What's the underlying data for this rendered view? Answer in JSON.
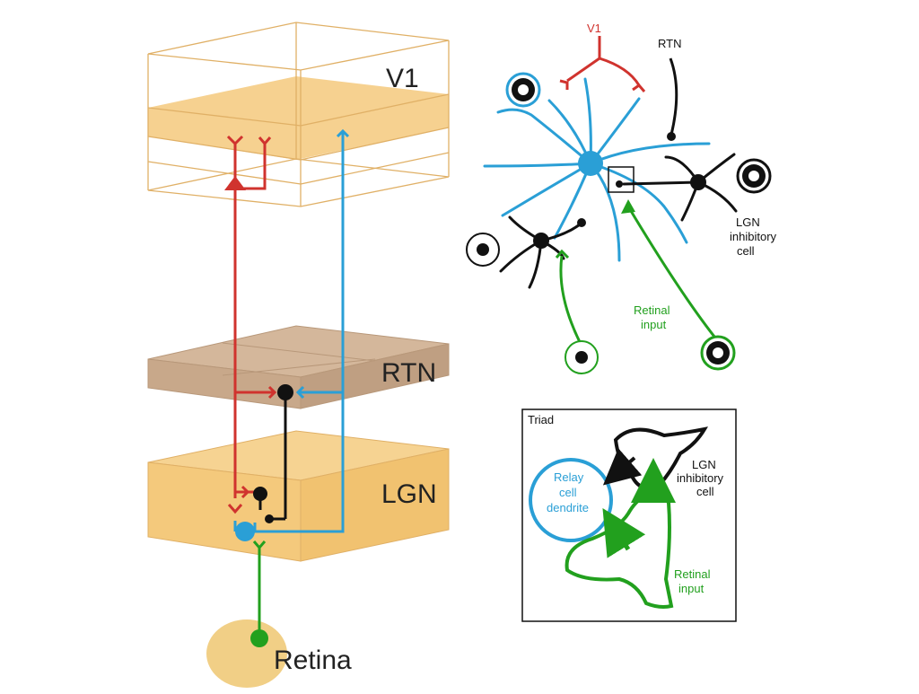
{
  "labels": {
    "v1": "V1",
    "rtn": "RTN",
    "lgn": "LGN",
    "retina": "Retina"
  },
  "inset_top": {
    "v1": "V1",
    "rtn": "RTN",
    "lgn_inhibitory": [
      "LGN",
      "inhibitory",
      "cell"
    ],
    "retinal_input": [
      "Retinal",
      "input"
    ]
  },
  "triad": {
    "title": "Triad",
    "relay": [
      "Relay",
      "cell",
      "dendrite"
    ],
    "lgn_inhibitory": [
      "LGN",
      "inhibitory",
      "cell"
    ],
    "retinal_input": [
      "Retinal",
      "input"
    ]
  },
  "colors": {
    "red": "#d0332e",
    "blue": "#2a9fd6",
    "black": "#111111",
    "green": "#22a01e",
    "layer_yellow": "#f4c97c",
    "layer_tan": "#c8a88a",
    "retina_fill": "#f1cf86"
  }
}
